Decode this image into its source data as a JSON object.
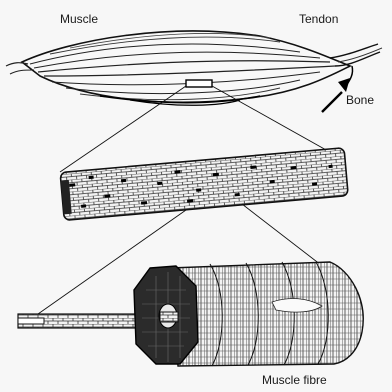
{
  "labels": {
    "muscle": "Muscle",
    "tendon": "Tendon",
    "bone": "Bone",
    "muscle_fibre": "Muscle fibre"
  }
}
